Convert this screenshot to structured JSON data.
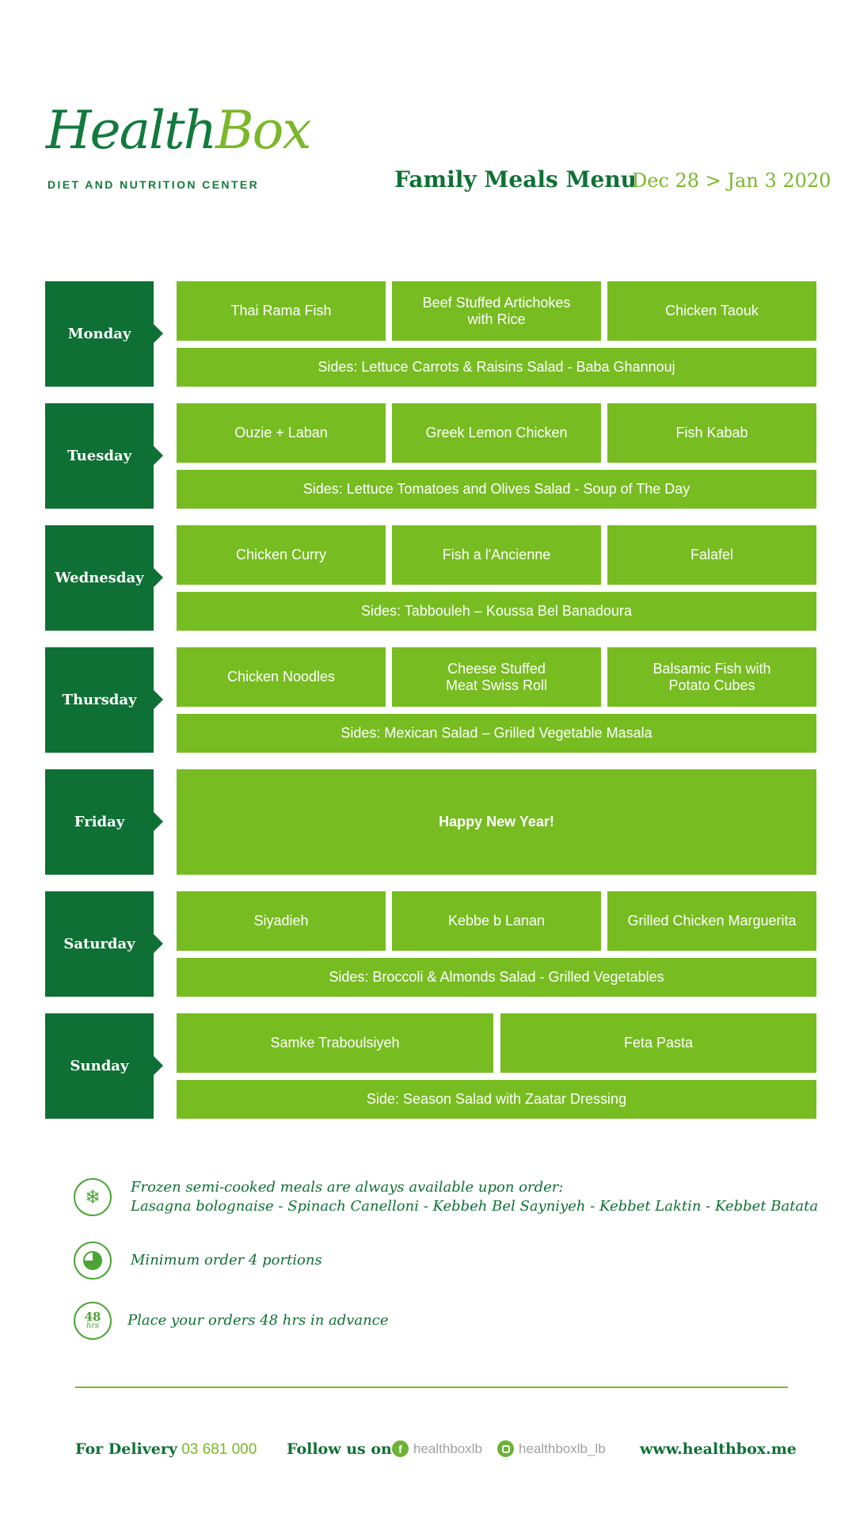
{
  "brand": {
    "logo_part1": "Health",
    "logo_part2": "Box",
    "tagline": "DIET AND NUTRITION CENTER"
  },
  "header": {
    "title": "Family Meals Menu",
    "dates": "Dec 28 > Jan 3 2020"
  },
  "days": [
    {
      "name": "Monday",
      "meals": [
        "Thai Rama Fish",
        "Beef Stuffed Artichokes\nwith Rice",
        "Chicken Taouk"
      ],
      "sides": "Sides: Lettuce Carrots & Raisins Salad - Baba Ghannouj"
    },
    {
      "name": "Tuesday",
      "meals": [
        "Ouzie + Laban",
        "Greek Lemon Chicken",
        "Fish Kabab"
      ],
      "sides": "Sides: Lettuce Tomatoes and Olives Salad - Soup of The Day"
    },
    {
      "name": "Wednesday",
      "meals": [
        "Chicken Curry",
        "Fish a l'Ancienne",
        "Falafel"
      ],
      "sides": "Sides:  Tabbouleh – Koussa Bel Banadoura"
    },
    {
      "name": "Thursday",
      "meals": [
        "Chicken Noodles",
        "Cheese Stuffed\nMeat Swiss Roll",
        "Balsamic Fish with\nPotato Cubes"
      ],
      "sides": "Sides: Mexican Salad – Grilled Vegetable Masala"
    },
    {
      "name": "Friday",
      "special": "Happy New Year!"
    },
    {
      "name": "Saturday",
      "meals": [
        "Siyadieh",
        "Kebbe b Lanan",
        "Grilled Chicken Marguerita"
      ],
      "sides": "Sides: Broccoli & Almonds Salad - Grilled Vegetables"
    },
    {
      "name": "Sunday",
      "meals": [
        "Samke Traboulsiyeh",
        "Feta Pasta"
      ],
      "sides": "Side: Season Salad with Zaatar Dressing"
    }
  ],
  "notes": {
    "frozen_line1": "Frozen semi-cooked meals are always available upon order:",
    "frozen_line2": "Lasagna bolognaise - Spinach Canelloni - Kebbeh Bel Sayniyeh - Kebbet Laktin - Kebbet Batata",
    "minimum": "Minimum order 4 portions",
    "advance": "Place your orders 48 hrs in advance",
    "hrs_number": "48",
    "hrs_label": "hrs"
  },
  "icons": {
    "frozen": "snowflake-icon",
    "minimum": "pie-chart-icon",
    "advance": "clock-48-icon",
    "facebook": "facebook-icon",
    "instagram": "instagram-icon"
  },
  "footer": {
    "delivery_label": "For Delivery",
    "delivery_phone": "03 681 000",
    "follow_label": "Follow us on",
    "facebook_handle": "healthboxlb",
    "instagram_handle": "healthboxlb_lb",
    "website": "www.healthbox.me"
  },
  "colors": {
    "dark_green": "#0f7035",
    "light_green": "#77bc21",
    "text_green": "#7ab729"
  }
}
